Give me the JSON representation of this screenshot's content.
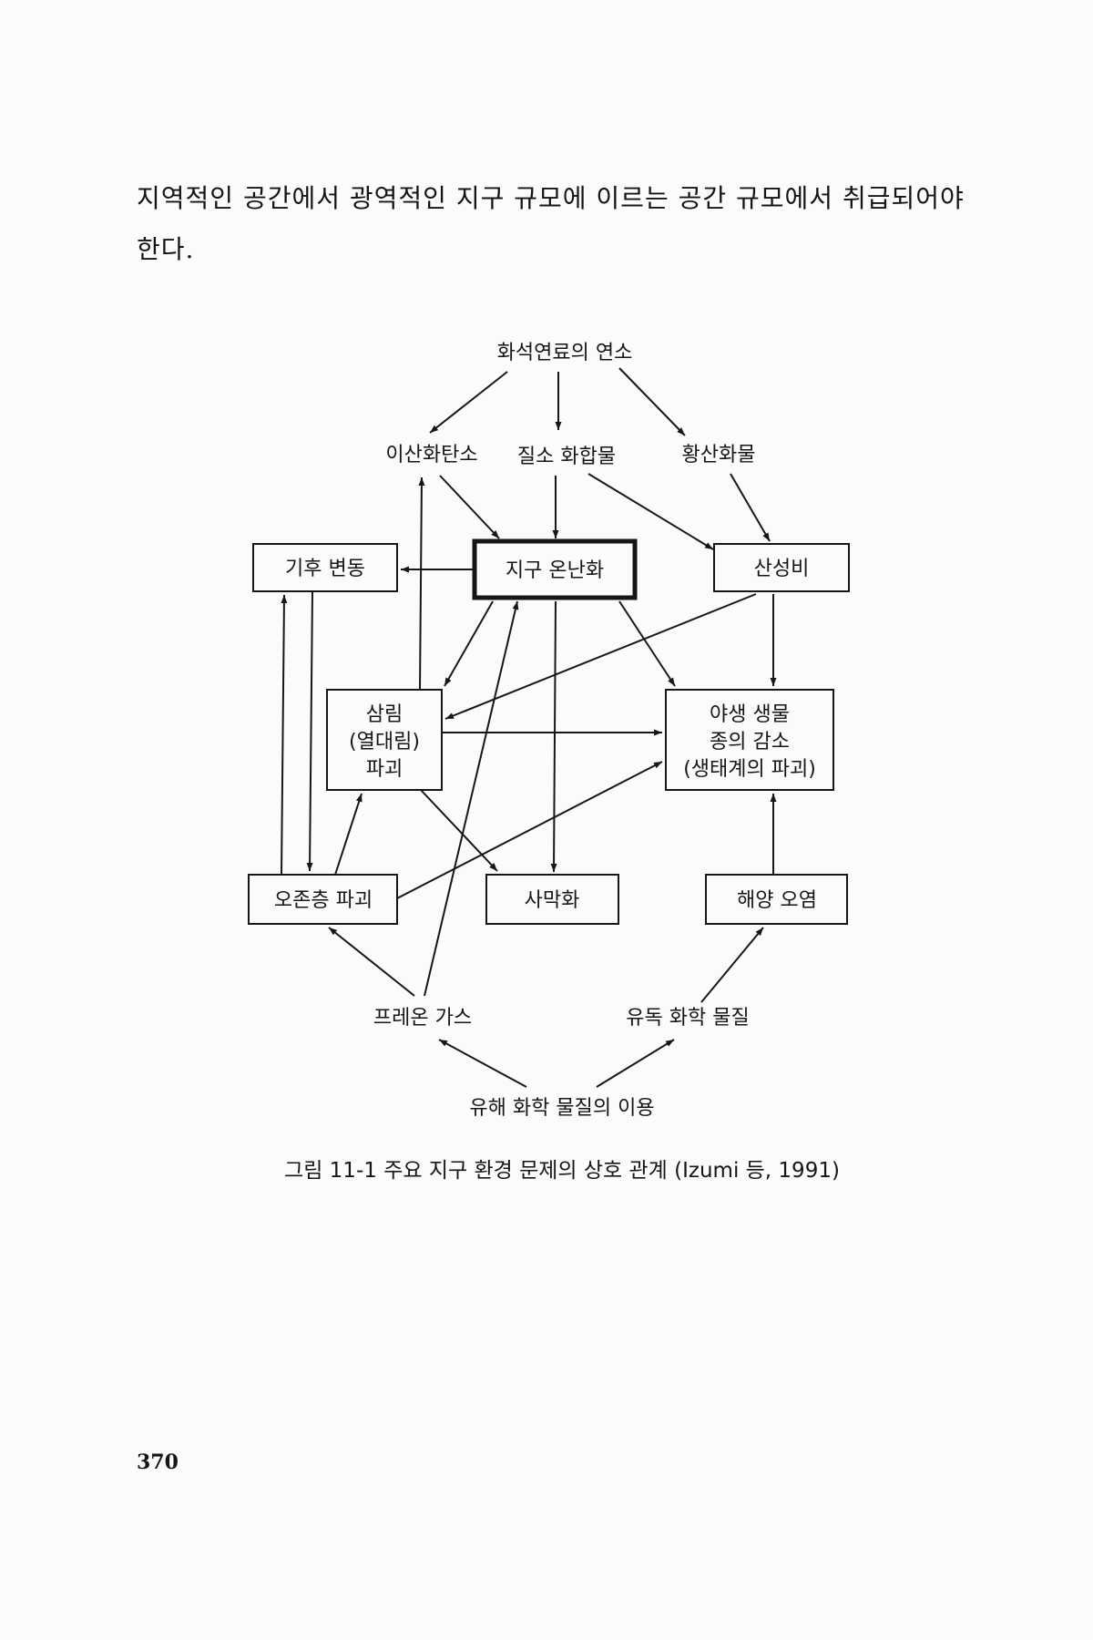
{
  "page": {
    "body_text": "지역적인 공간에서 광역적인 지구 규모에 이르는 공간 규모에서 취급되어야 한다.",
    "page_number": "370"
  },
  "diagram": {
    "nodes": {
      "fossil_fuel": "화석연료의 연소",
      "co2": "이산화탄소",
      "nitrogen": "질소 화합물",
      "sulfur": "황산화물",
      "climate": "기후 변동",
      "warming": "지구 온난화",
      "acid_rain": "산성비",
      "forest": [
        "삼림",
        "(열대림)",
        "파괴"
      ],
      "wildlife": [
        "야생 생물",
        "종의 감소",
        "(생태계의 파괴)"
      ],
      "ozone": "오존층 파괴",
      "desert": "사막화",
      "ocean": "해양 오염",
      "freon": "프레온 가스",
      "toxic": "유독 화학 물질",
      "hazardous_use": "유해 화학 물질의 이용"
    },
    "caption": "그림 11-1  주요 지구 환경 문제의 상호 관계 (Izumi 등, 1991)"
  }
}
